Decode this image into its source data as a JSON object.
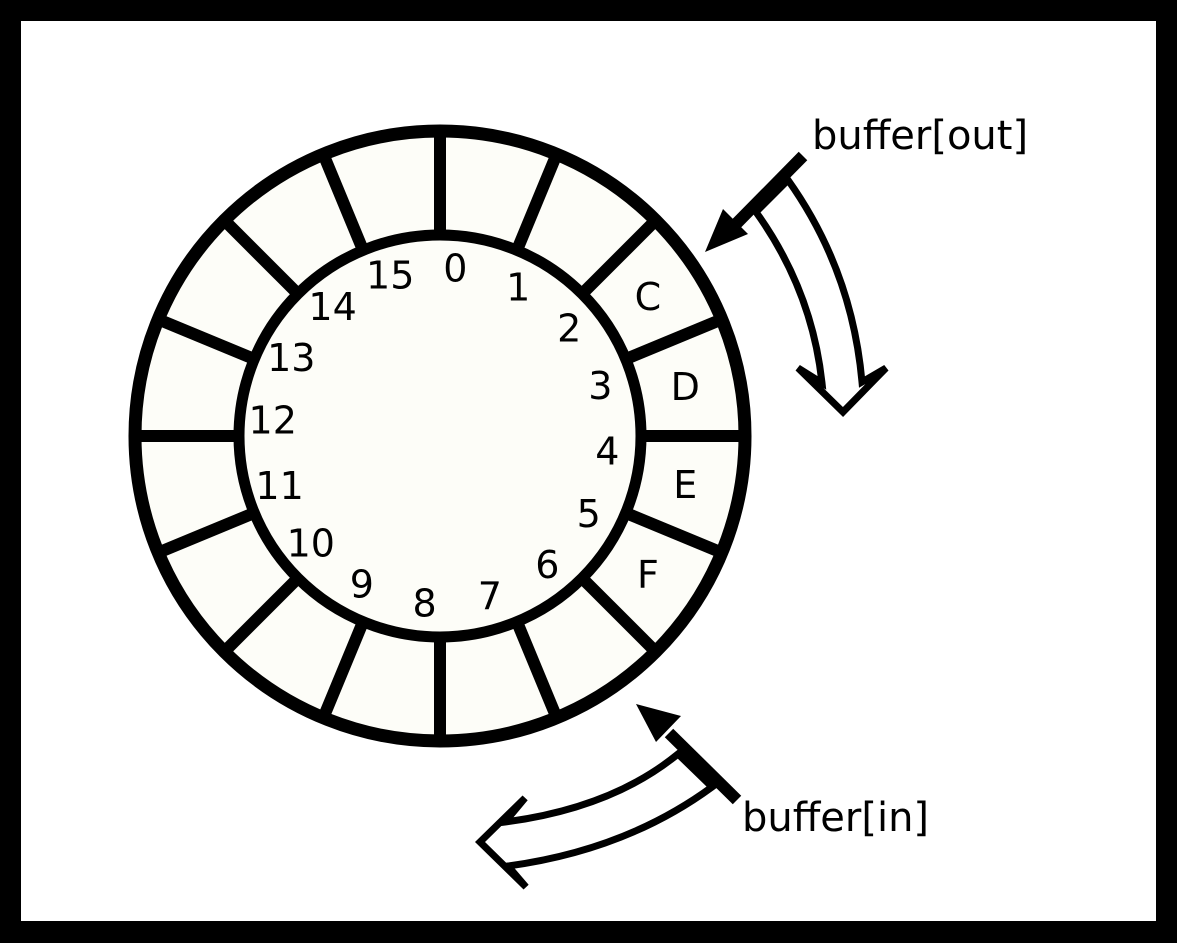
{
  "diagram": {
    "slot_count": 16,
    "index_labels": [
      "0",
      "1",
      "2",
      "3",
      "4",
      "5",
      "6",
      "7",
      "8",
      "9",
      "10",
      "11",
      "12",
      "13",
      "14",
      "15"
    ],
    "cell_contents": [
      "",
      "",
      "C",
      "D",
      "E",
      "F",
      "",
      "",
      "",
      "",
      "",
      "",
      "",
      "",
      "",
      ""
    ],
    "pointers": {
      "out_label": "buffer[out]",
      "in_label": "buffer[in]"
    },
    "colors": {
      "background": "#ffffff",
      "frame": "#000000",
      "ring_fill": "#fdfdf8",
      "stroke": "#000000"
    }
  }
}
